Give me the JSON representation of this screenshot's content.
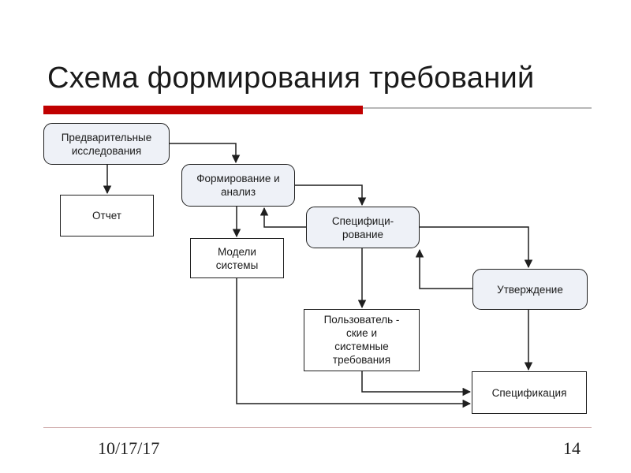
{
  "slide": {
    "title": "Схема формирования требований",
    "footer_date": "10/17/17",
    "footer_page": "14"
  },
  "diagram": {
    "nodes": {
      "preliminary": {
        "line1": "Предварительные",
        "line2": "исследования"
      },
      "formation": {
        "line1": "Формирование и",
        "line2": "анализ"
      },
      "specification_process": {
        "line1": "Специфици-",
        "line2": "рование"
      },
      "approval": {
        "label": "Утверждение"
      },
      "report": {
        "label": "Отчет"
      },
      "system_models": {
        "line1": "Модели",
        "line2": "системы"
      },
      "requirements": {
        "line1": "Пользователь -",
        "line2": "ские и",
        "line3": "системные",
        "line4": "требования"
      },
      "specification_doc": {
        "label": "Спецификация"
      }
    }
  },
  "colors": {
    "title_accent": "#c00000",
    "rounded_box_fill": "#eef1f7",
    "stroke": "#1f1f1f"
  }
}
